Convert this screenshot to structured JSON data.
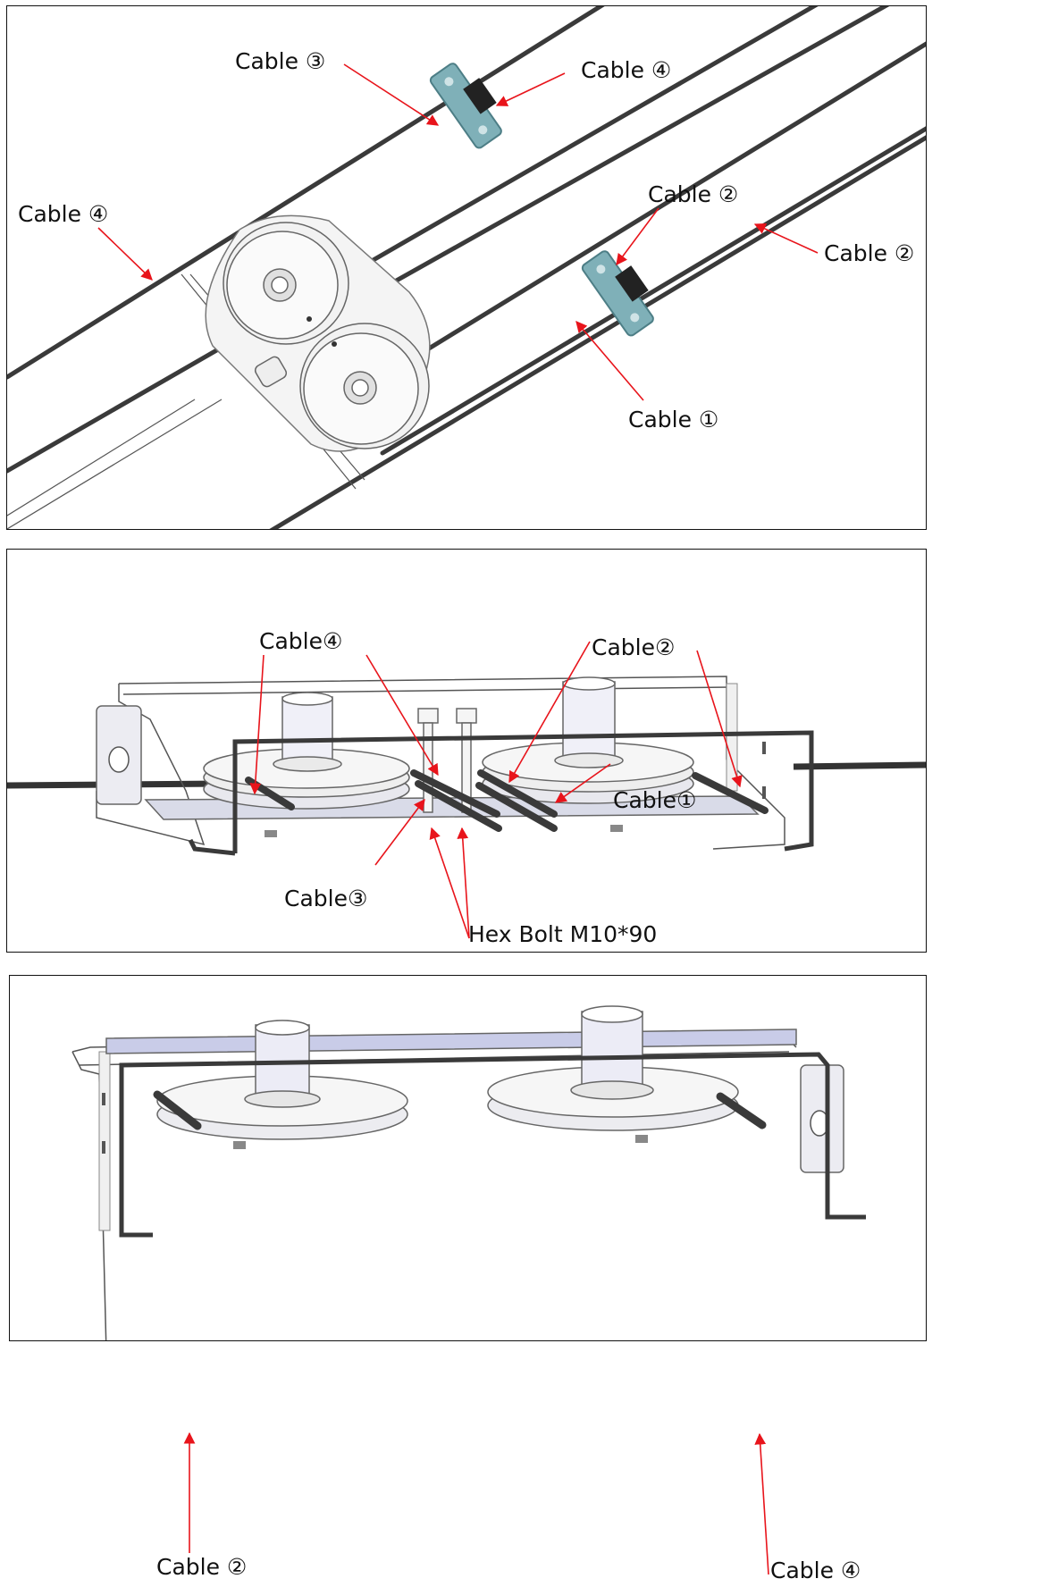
{
  "panel1": {
    "labels": {
      "cable3": "Cable ③",
      "cable4_top": "Cable ④",
      "cable4_left": "Cable ④",
      "cable2_mid": "Cable ②",
      "cable2_right": "Cable ②",
      "cable1": "Cable ①"
    }
  },
  "panel2": {
    "labels": {
      "cable4": "Cable④",
      "cable2": "Cable②",
      "cable1": "Cable①",
      "cable3": "Cable③",
      "hex_bolt": "Hex Bolt M10*90"
    }
  },
  "panel3": {
    "labels": {
      "cable2": "Cable ②",
      "cable4": "Cable ④"
    }
  },
  "colors": {
    "annotation": "#e8141b",
    "cable": "#3a3a3a",
    "bracket": "#6f9fa8",
    "plate": "#c9cce8"
  }
}
